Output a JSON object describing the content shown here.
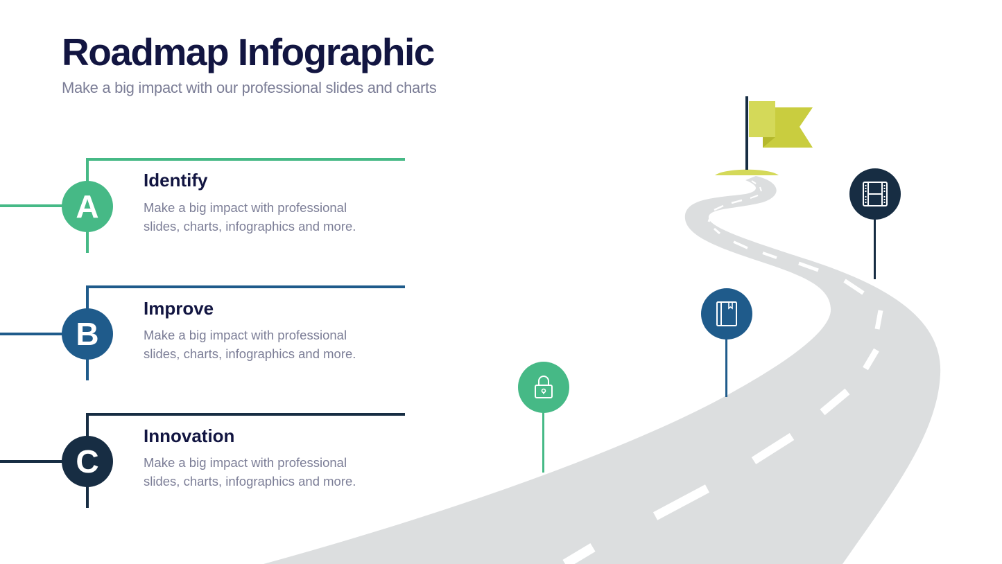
{
  "header": {
    "title": "Roadmap Infographic",
    "subtitle": "Make a big impact with our professional slides and charts"
  },
  "steps": [
    {
      "letter": "A",
      "title": "Identify",
      "line1": "Make a big impact with professional",
      "line2": "slides, charts, infographics and more.",
      "color": "#46b986"
    },
    {
      "letter": "B",
      "title": "Improve",
      "line1": "Make a big impact with professional",
      "line2": "slides, charts, infographics and more.",
      "color": "#1f5b8b"
    },
    {
      "letter": "C",
      "title": "Innovation",
      "line1": "Make a big impact with professional",
      "line2": "slides, charts, infographics and more.",
      "color": "#172d43"
    }
  ],
  "road": {
    "color": "#dcdedf",
    "dash_color": "#ffffff",
    "flag_color": "#d4d959",
    "flag_shade": "#c9cd3f",
    "pole_color": "#172d43"
  },
  "milestones": [
    {
      "icon": "lock-icon",
      "color": "#46b986"
    },
    {
      "icon": "book-icon",
      "color": "#1f5b8b"
    },
    {
      "icon": "film-icon",
      "color": "#172d43"
    }
  ]
}
